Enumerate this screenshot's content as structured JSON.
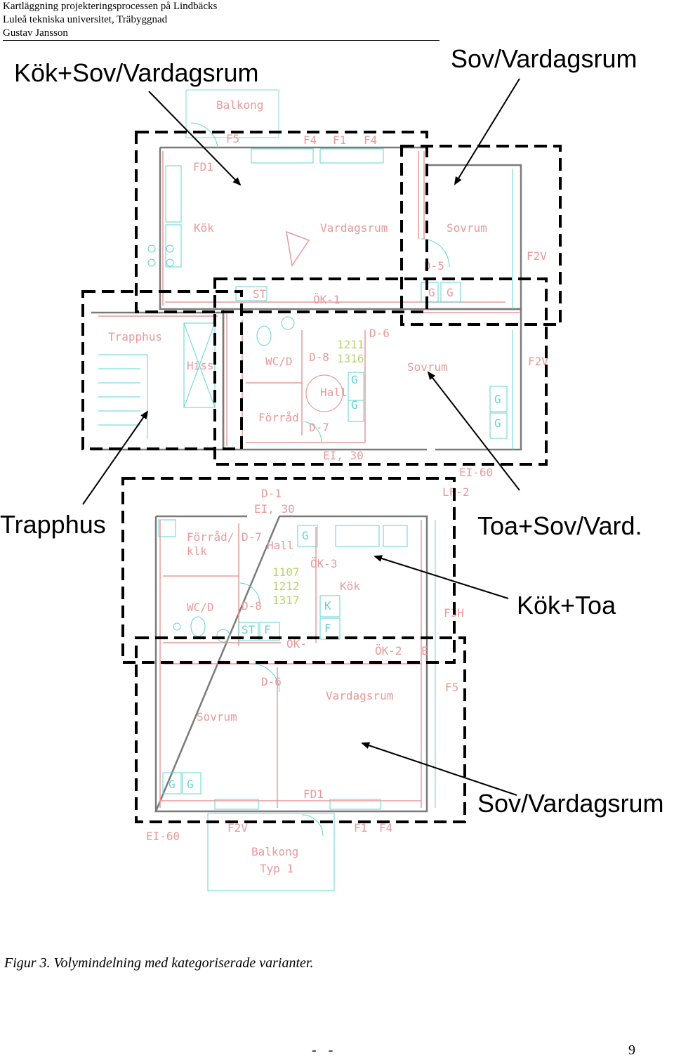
{
  "header": {
    "line1": "Kartläggning projekteringsprocessen på Lindbäcks",
    "line2": "Luleå tekniska universitet, Träbyggnad",
    "line3": "Gustav Jansson"
  },
  "callouts": {
    "top_left": "Kök+Sov/Vardagsrum",
    "top_right": "Sov/Vardagsrum",
    "trapphus": "Trapphus",
    "toa_sov": "Toa+Sov/Vard.",
    "kok_toa": "Kök+Toa",
    "bottom_right": "Sov/Vardagsrum"
  },
  "upper_plan": {
    "balkong": "Balkong",
    "fd1": "FD1",
    "f5": "F5",
    "f4a": "F4",
    "f1": "F1",
    "f4b": "F4",
    "kok": "Kök",
    "vardagsrum": "Vardagsrum",
    "sovrum1": "Sovrum",
    "f2v1": "F2V",
    "d5": "D-5",
    "st": "ST",
    "g1": "G",
    "g2": "G",
    "ok1": "ÖK-1",
    "trapphus": "Trapphus",
    "hiss": "Hiss",
    "wcd": "WC/D",
    "d8": "D-8",
    "nums_a": "1211",
    "nums_b": "1316",
    "d6": "D-6",
    "sovrum2": "Sovrum",
    "f2v2": "F2V",
    "hall": "Hall",
    "forrad": "Förråd",
    "d7": "D-7",
    "g3": "G",
    "g4": "G",
    "g5": "G",
    "g6": "G",
    "ei30": "EI, 30",
    "ei60": "EI-60",
    "lf2": "LF-2"
  },
  "lower_plan": {
    "d1": "D-1",
    "ei30": "EI, 30",
    "forrad": "Förråd/",
    "klk": "klk",
    "d7": "D-7",
    "hall": "Hall",
    "g": "G",
    "ok3": "ÖK-3",
    "n1": "1107",
    "n2": "1212",
    "n3": "1317",
    "kok": "Kök",
    "k": "K",
    "wcd": "WC/D",
    "d8": "D-8",
    "st": "ST",
    "f": "F",
    "f3h": "F3H",
    "ok": "ÖK-",
    "ok2": "ÖK-2",
    "e": "E",
    "d6": "D-6",
    "vardagsrum": "Vardagsrum",
    "f5": "F5",
    "sovrum": "Sovrum",
    "g1": "G",
    "g2": "G",
    "fd1": "FD1",
    "ei60": "EI-60",
    "f2v": "F2V",
    "f1": "F1",
    "f4": "F4",
    "balkong": "Balkong",
    "typ": "Typ 1"
  },
  "caption": "Figur 3. Volymindelning med kategoriserade varianter.",
  "page_number": "9",
  "page_dashes": "- -"
}
